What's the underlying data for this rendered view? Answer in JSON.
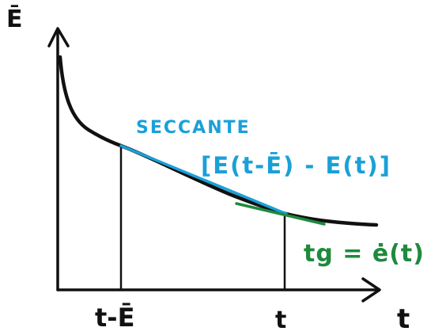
{
  "axes": {
    "y_label": "Ē",
    "x_label": "t"
  },
  "ticks": {
    "left": "t-Ē",
    "right": "t"
  },
  "secant": {
    "title": "SECCANTE",
    "formula": "[E(t-Ē) - E(t)]"
  },
  "tangent": {
    "formula": "tg = ė(t)"
  },
  "colors": {
    "curve": "#111111",
    "axes": "#111111",
    "secant": "#1aa0d8",
    "tangent": "#1e8a3c",
    "background": "#ffffff"
  }
}
